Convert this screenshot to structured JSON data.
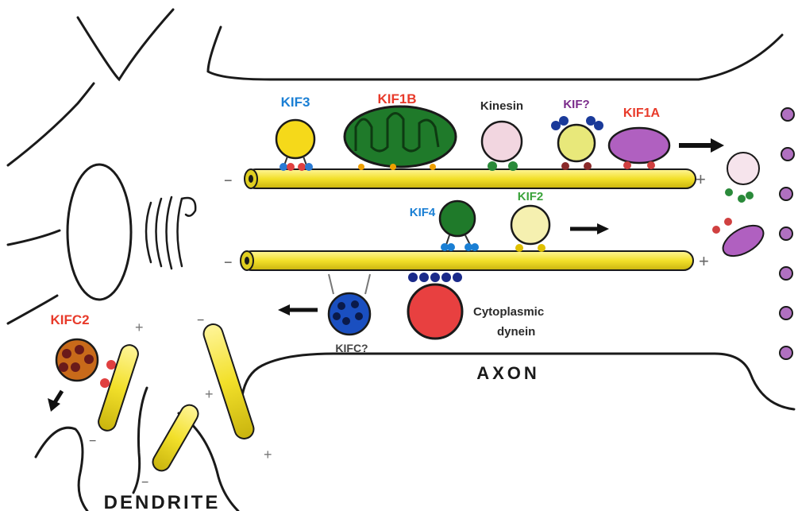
{
  "colors": {
    "outline": "#1a1a1a",
    "microtubule": "#f2e02a",
    "blue_label": "#1a7fd4",
    "red_label": "#e83a2a",
    "green_label": "#3aa33a",
    "purple_label": "#7a2a8a",
    "mitochondrion": "#1f7a2a",
    "vesicle_purple": "#b060c0"
  },
  "labels": {
    "kif3": "KIF3",
    "kif1b": "KIF1B",
    "kinesin": "Kinesin",
    "kif_unknown": "KIF?",
    "kif1a": "KIF1A",
    "kif4": "KIF4",
    "kif2": "KIF2",
    "kifc_unknown": "KIFC?",
    "cytoplasmic_dynein_line1": "Cytoplasmic",
    "cytoplasmic_dynein_line2": "dynein",
    "kifc2": "KIFC2",
    "axon": "AXON",
    "dendrite": "DENDRITE"
  },
  "polarity": {
    "minus": "−",
    "plus": "+"
  }
}
